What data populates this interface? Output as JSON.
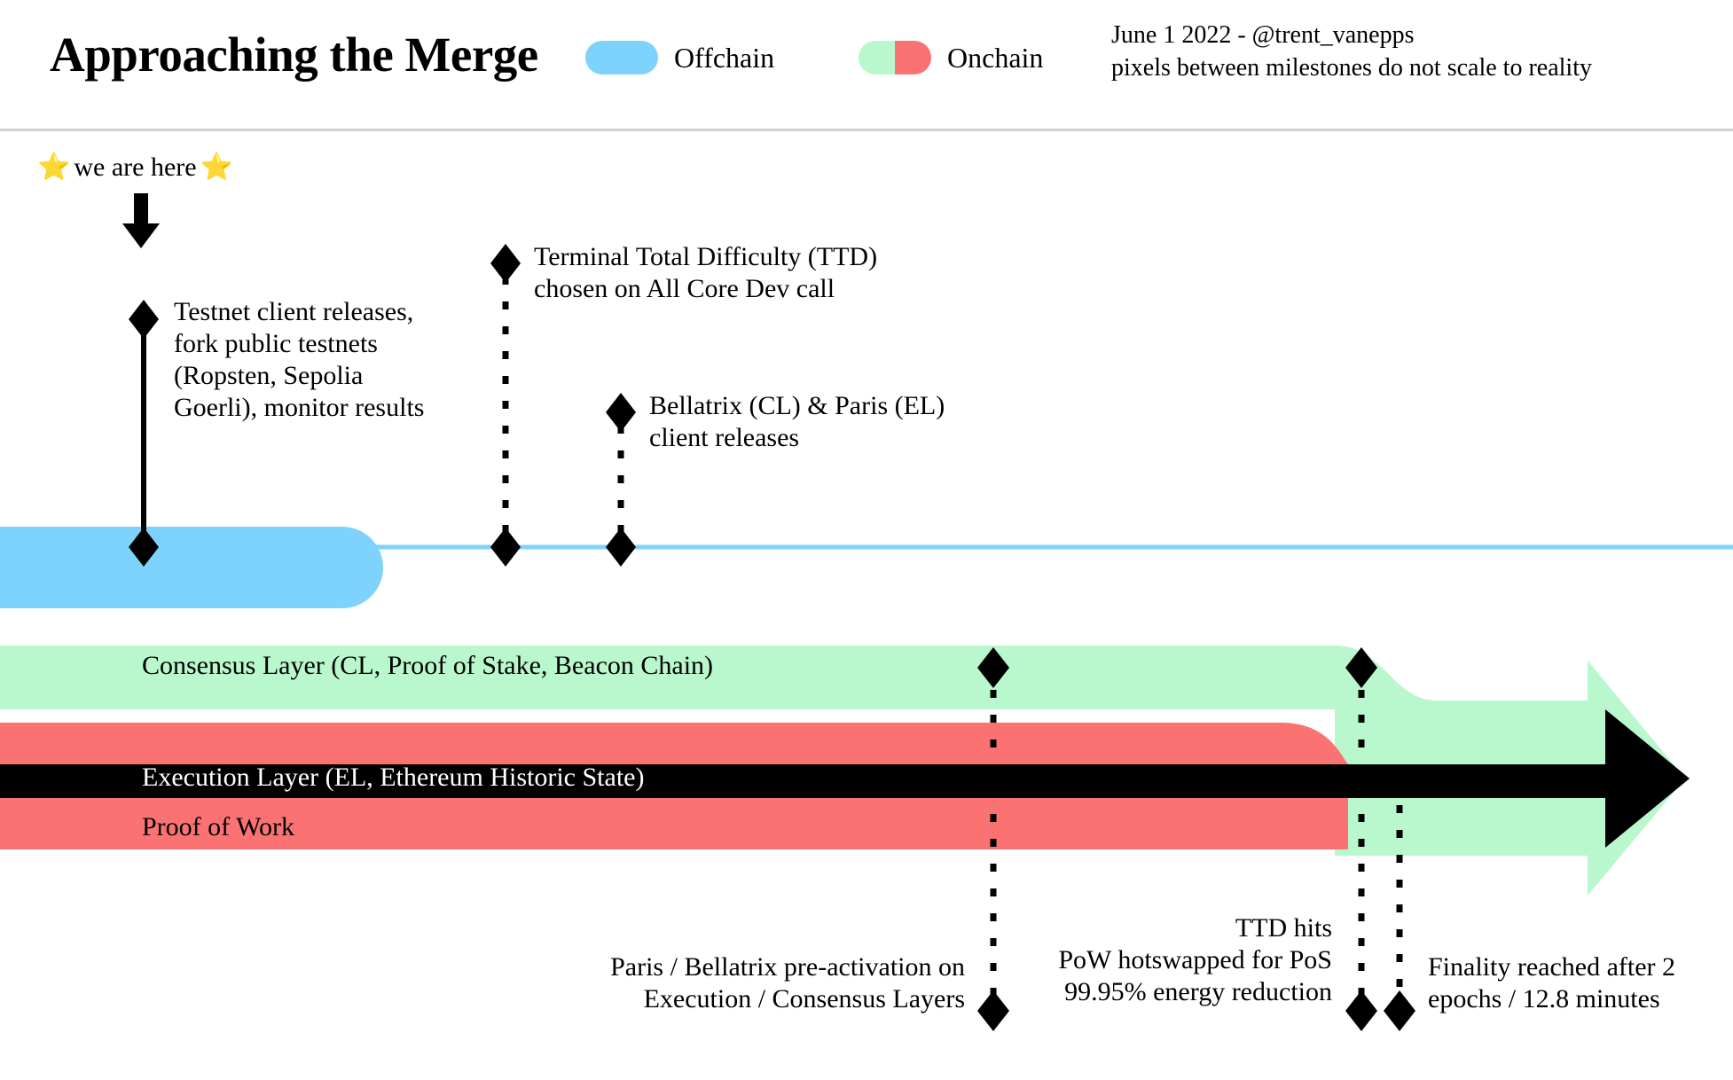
{
  "header": {
    "title": "Approaching the Merge",
    "legend": [
      {
        "name": "offchain",
        "label": "Offchain",
        "colors": [
          "#7dd3fc"
        ]
      },
      {
        "name": "onchain",
        "label": "Onchain",
        "colors": [
          "#b9f7cd",
          "#fa7272"
        ]
      }
    ],
    "byline_line1": "June 1 2022 - @trent_vanepps",
    "byline_line2": "pixels between milestones do not scale to reality"
  },
  "you_are_here": {
    "star_left": "⭐",
    "label": "we are here",
    "star_right": "⭐"
  },
  "offchain_notes": [
    {
      "name": "testnet-client-releases",
      "text": "Testnet client releases,\nfork public testnets\n(Ropsten, Sepolia\nGoerli), monitor results"
    },
    {
      "name": "terminal-total-difficulty",
      "text": "Terminal Total Difficulty (TTD)\nchosen on All Core Dev call"
    },
    {
      "name": "bellatrix-paris-client-releases",
      "text": "Bellatrix (CL) & Paris (EL)\nclient releases"
    }
  ],
  "lanes": [
    {
      "name": "consensus-layer",
      "label": "Consensus Layer (CL, Proof of Stake, Beacon Chain)",
      "color": "#b9f7cd"
    },
    {
      "name": "execution-layer",
      "label": "Execution Layer (EL, Ethereum Historic State)",
      "color": "#000000"
    },
    {
      "name": "proof-of-work",
      "label": "Proof of Work",
      "color": "#fa7272"
    }
  ],
  "onchain_notes": [
    {
      "name": "paris-bellatrix-pre-activation",
      "text": "Paris / Bellatrix pre-activation on\nExecution / Consensus Layers"
    },
    {
      "name": "ttd-hits",
      "text": "TTD hits\nPoW hotswapped for PoS\n99.95% energy reduction"
    },
    {
      "name": "finality-reached",
      "text": "Finality reached after 2\nepochs / 12.8 minutes"
    }
  ],
  "colors": {
    "offchain_blue": "#7dd3fc",
    "onchain_green": "#b9f7cd",
    "pow_red": "#fa7272",
    "ink": "#000000",
    "rule": "#cfcfcf"
  }
}
